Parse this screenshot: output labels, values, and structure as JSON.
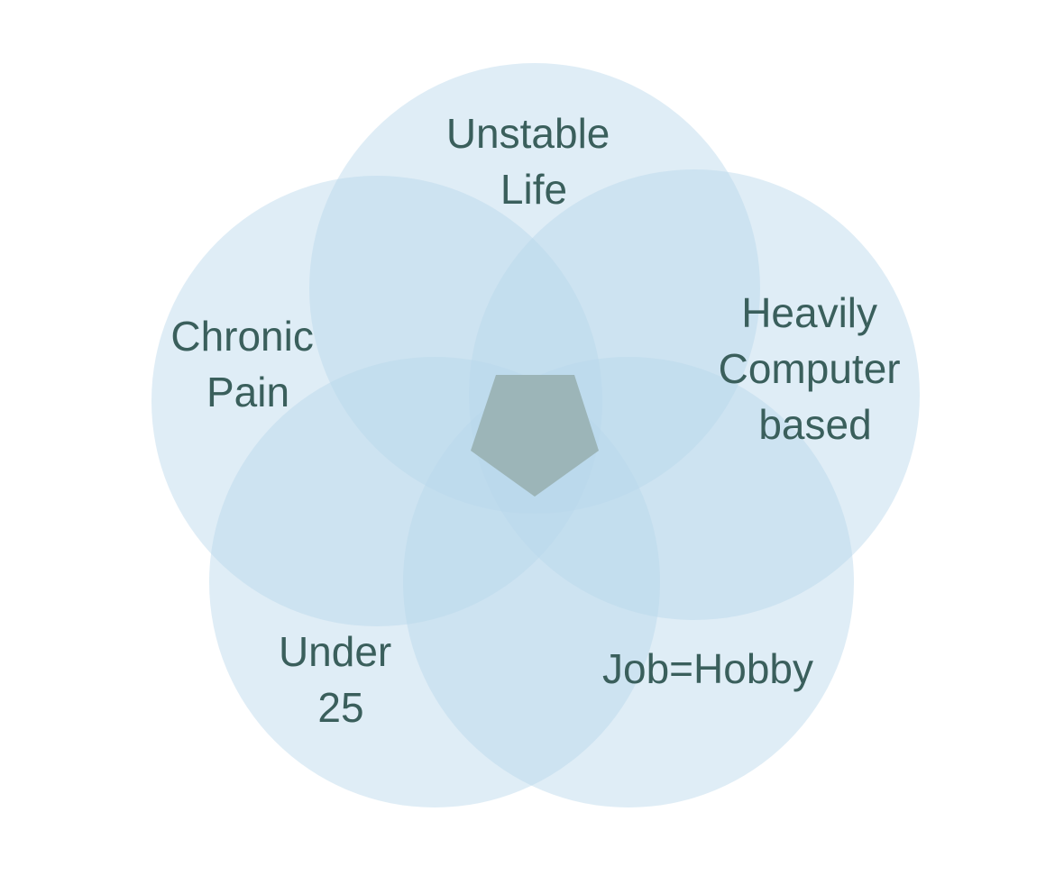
{
  "diagram": {
    "type": "venn",
    "colors": {
      "circle_fill": "#b7d6ea",
      "center_fill": "#9cb5b8",
      "label_color": "#3a5f5c",
      "background": "#ffffff"
    },
    "sets": [
      {
        "id": "unstable-life",
        "lines": [
          "Unstable",
          "Life"
        ]
      },
      {
        "id": "heavily-computer-based",
        "lines": [
          "Heavily",
          "Computer",
          "based"
        ]
      },
      {
        "id": "job-hobby",
        "lines": [
          "Job=Hobby"
        ]
      },
      {
        "id": "under-25",
        "lines": [
          "Under",
          "25"
        ]
      },
      {
        "id": "chronic-pain",
        "lines": [
          "Chronic",
          "Pain"
        ]
      }
    ]
  }
}
